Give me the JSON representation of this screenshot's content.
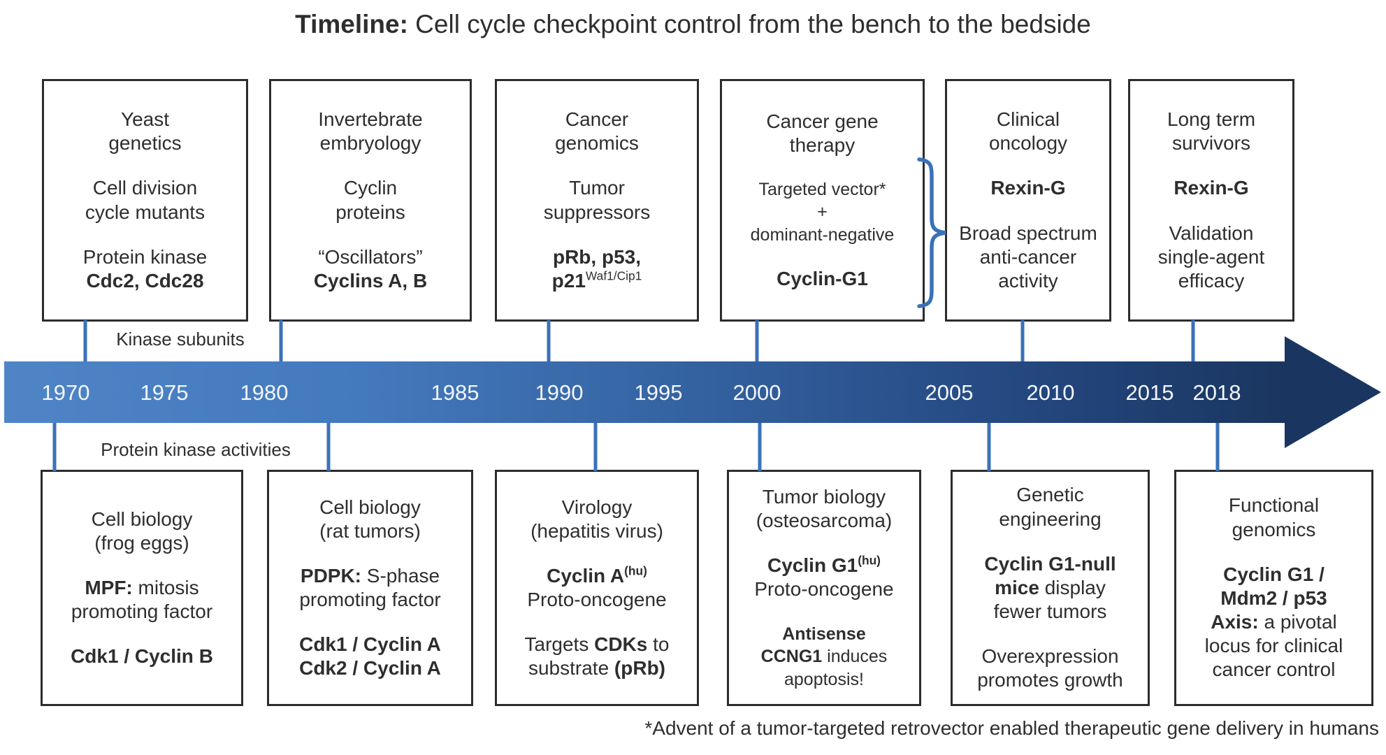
{
  "title": {
    "lead": "Timeline:",
    "rest": " Cell cycle checkpoint control from the bench to the bedside"
  },
  "axis_labels": {
    "above": "Kinase subunits",
    "below": "Protein kinase activities"
  },
  "timeline": {
    "years": [
      "1970",
      "1975",
      "1980",
      "1985",
      "1990",
      "1995",
      "2000",
      "2005",
      "2010",
      "2015",
      "2018"
    ]
  },
  "footnote": "*Advent of a tumor-targeted retrovector enabled therapeutic gene delivery in humans",
  "colors": {
    "arrow_gradient_start": "#4f85c7",
    "arrow_gradient_end": "#1a3660",
    "connector_blue": "#3a72b8",
    "box_border": "#2c2c2c",
    "text": "#2e2e2e"
  },
  "top_boxes": [
    {
      "name": "yeast-genetics",
      "paragraphs": [
        {
          "seg": [
            {
              "t": "Yeast"
            },
            {
              "br": true
            },
            {
              "t": "genetics"
            }
          ]
        },
        {
          "seg": [
            {
              "t": "Cell division"
            },
            {
              "br": true
            },
            {
              "t": "cycle mutants"
            }
          ]
        },
        {
          "seg": [
            {
              "t": "Protein kinase"
            },
            {
              "br": true
            },
            {
              "t": "Cdc2, Cdc28",
              "b": true
            }
          ]
        }
      ]
    },
    {
      "name": "invertebrate-embryology",
      "paragraphs": [
        {
          "seg": [
            {
              "t": "Invertebrate"
            },
            {
              "br": true
            },
            {
              "t": "embryology"
            }
          ]
        },
        {
          "seg": [
            {
              "t": "Cyclin"
            },
            {
              "br": true
            },
            {
              "t": "proteins"
            }
          ]
        },
        {
          "seg": [
            {
              "t": "“Oscillators”"
            },
            {
              "br": true
            },
            {
              "t": "Cyclins A, B",
              "b": true
            }
          ]
        }
      ]
    },
    {
      "name": "cancer-genomics",
      "paragraphs": [
        {
          "seg": [
            {
              "t": "Cancer"
            },
            {
              "br": true
            },
            {
              "t": "genomics"
            }
          ]
        },
        {
          "seg": [
            {
              "t": "Tumor"
            },
            {
              "br": true
            },
            {
              "t": "suppressors"
            }
          ]
        },
        {
          "seg": [
            {
              "t": "pRb, p53,",
              "b": true
            },
            {
              "br": true
            },
            {
              "t": "p21",
              "b": true
            },
            {
              "t": "Waf1/Cip1",
              "sup": true
            }
          ]
        }
      ]
    },
    {
      "name": "cancer-gene-therapy",
      "paragraphs": [
        {
          "seg": [
            {
              "t": "Cancer gene"
            },
            {
              "br": true
            },
            {
              "t": "therapy"
            }
          ]
        },
        {
          "small": true,
          "seg": [
            {
              "t": "Targeted vector*"
            },
            {
              "br": true
            },
            {
              "t": "+"
            },
            {
              "br": true
            },
            {
              "t": "dominant-negative"
            }
          ]
        },
        {
          "seg": [
            {
              "t": "Cyclin-G1",
              "b": true
            }
          ]
        }
      ]
    },
    {
      "name": "clinical-oncology",
      "paragraphs": [
        {
          "seg": [
            {
              "t": "Clinical"
            },
            {
              "br": true
            },
            {
              "t": "oncology"
            }
          ]
        },
        {
          "seg": [
            {
              "t": "Rexin-G",
              "b": true
            }
          ]
        },
        {
          "seg": [
            {
              "t": "Broad spectrum"
            },
            {
              "br": true
            },
            {
              "t": "anti-cancer"
            },
            {
              "br": true
            },
            {
              "t": "activity"
            }
          ]
        }
      ]
    },
    {
      "name": "long-term-survivors",
      "paragraphs": [
        {
          "seg": [
            {
              "t": "Long term"
            },
            {
              "br": true
            },
            {
              "t": "survivors"
            }
          ]
        },
        {
          "seg": [
            {
              "t": "Rexin-G",
              "b": true
            }
          ]
        },
        {
          "seg": [
            {
              "t": "Validation"
            },
            {
              "br": true
            },
            {
              "t": "single-agent"
            },
            {
              "br": true
            },
            {
              "t": "efficacy"
            }
          ]
        }
      ]
    }
  ],
  "bottom_boxes": [
    {
      "name": "cell-biology-frog-eggs",
      "paragraphs": [
        {
          "seg": [
            {
              "t": "Cell biology"
            },
            {
              "br": true
            },
            {
              "t": "(frog eggs)"
            }
          ]
        },
        {
          "seg": [
            {
              "t": "MPF:",
              "b": true
            },
            {
              "t": " mitosis"
            },
            {
              "br": true
            },
            {
              "t": "promoting factor"
            }
          ]
        },
        {
          "seg": [
            {
              "t": "Cdk1 / Cyclin B",
              "b": true
            }
          ]
        }
      ]
    },
    {
      "name": "cell-biology-rat-tumors",
      "paragraphs": [
        {
          "seg": [
            {
              "t": "Cell biology"
            },
            {
              "br": true
            },
            {
              "t": "(rat tumors)"
            }
          ]
        },
        {
          "seg": [
            {
              "t": "PDPK:",
              "b": true
            },
            {
              "t": " S-phase"
            },
            {
              "br": true
            },
            {
              "t": "promoting factor"
            }
          ]
        },
        {
          "seg": [
            {
              "t": "Cdk1 / Cyclin A",
              "b": true
            },
            {
              "br": true
            },
            {
              "t": "Cdk2 / Cyclin A",
              "b": true
            }
          ]
        }
      ]
    },
    {
      "name": "virology-hepatitis-virus",
      "paragraphs": [
        {
          "seg": [
            {
              "t": "Virology"
            },
            {
              "br": true
            },
            {
              "t": "(hepatitis virus)"
            }
          ]
        },
        {
          "seg": [
            {
              "t": "Cyclin A",
              "b": true
            },
            {
              "t": "(hu)",
              "sup": true,
              "b": true
            },
            {
              "br": true
            },
            {
              "t": "Proto-oncogene"
            }
          ]
        },
        {
          "seg": [
            {
              "t": "Targets "
            },
            {
              "t": "CDKs",
              "b": true
            },
            {
              "t": " to"
            },
            {
              "br": true
            },
            {
              "t": "substrate "
            },
            {
              "t": "(pRb)",
              "b": true
            }
          ]
        }
      ]
    },
    {
      "name": "tumor-biology-osteosarcoma",
      "paragraphs": [
        {
          "seg": [
            {
              "t": "Tumor biology"
            },
            {
              "br": true
            },
            {
              "t": "(osteosarcoma)"
            }
          ]
        },
        {
          "seg": [
            {
              "t": "Cyclin G1",
              "b": true
            },
            {
              "t": "(hu)",
              "sup": true,
              "b": true
            },
            {
              "br": true
            },
            {
              "t": "Proto-oncogene"
            }
          ]
        },
        {
          "small": true,
          "seg": [
            {
              "t": "Antisense",
              "b": true
            },
            {
              "br": true
            },
            {
              "t": "CCNG1",
              "b": true
            },
            {
              "t": " induces"
            },
            {
              "br": true
            },
            {
              "t": "apoptosis!"
            }
          ]
        }
      ]
    },
    {
      "name": "genetic-engineering",
      "paragraphs": [
        {
          "seg": [
            {
              "t": "Genetic"
            },
            {
              "br": true
            },
            {
              "t": "engineering"
            }
          ]
        },
        {
          "seg": [
            {
              "t": "Cyclin G1-null",
              "b": true
            },
            {
              "br": true
            },
            {
              "t": "mice",
              "b": true
            },
            {
              "t": " display"
            },
            {
              "br": true
            },
            {
              "t": "fewer tumors"
            }
          ]
        },
        {
          "seg": [
            {
              "t": "Overexpression"
            },
            {
              "br": true
            },
            {
              "t": "promotes growth"
            }
          ]
        }
      ]
    },
    {
      "name": "functional-genomics",
      "paragraphs": [
        {
          "seg": [
            {
              "t": "Functional"
            },
            {
              "br": true
            },
            {
              "t": "genomics"
            }
          ]
        },
        {
          "seg": [
            {
              "t": "Cyclin G1 /",
              "b": true
            },
            {
              "br": true
            },
            {
              "t": "Mdm2 / p53",
              "b": true
            },
            {
              "br": true
            },
            {
              "t": "Axis:",
              "b": true
            },
            {
              "t": " a pivotal"
            },
            {
              "br": true
            },
            {
              "t": "locus for clinical"
            },
            {
              "br": true
            },
            {
              "t": "cancer control"
            }
          ]
        }
      ]
    }
  ]
}
